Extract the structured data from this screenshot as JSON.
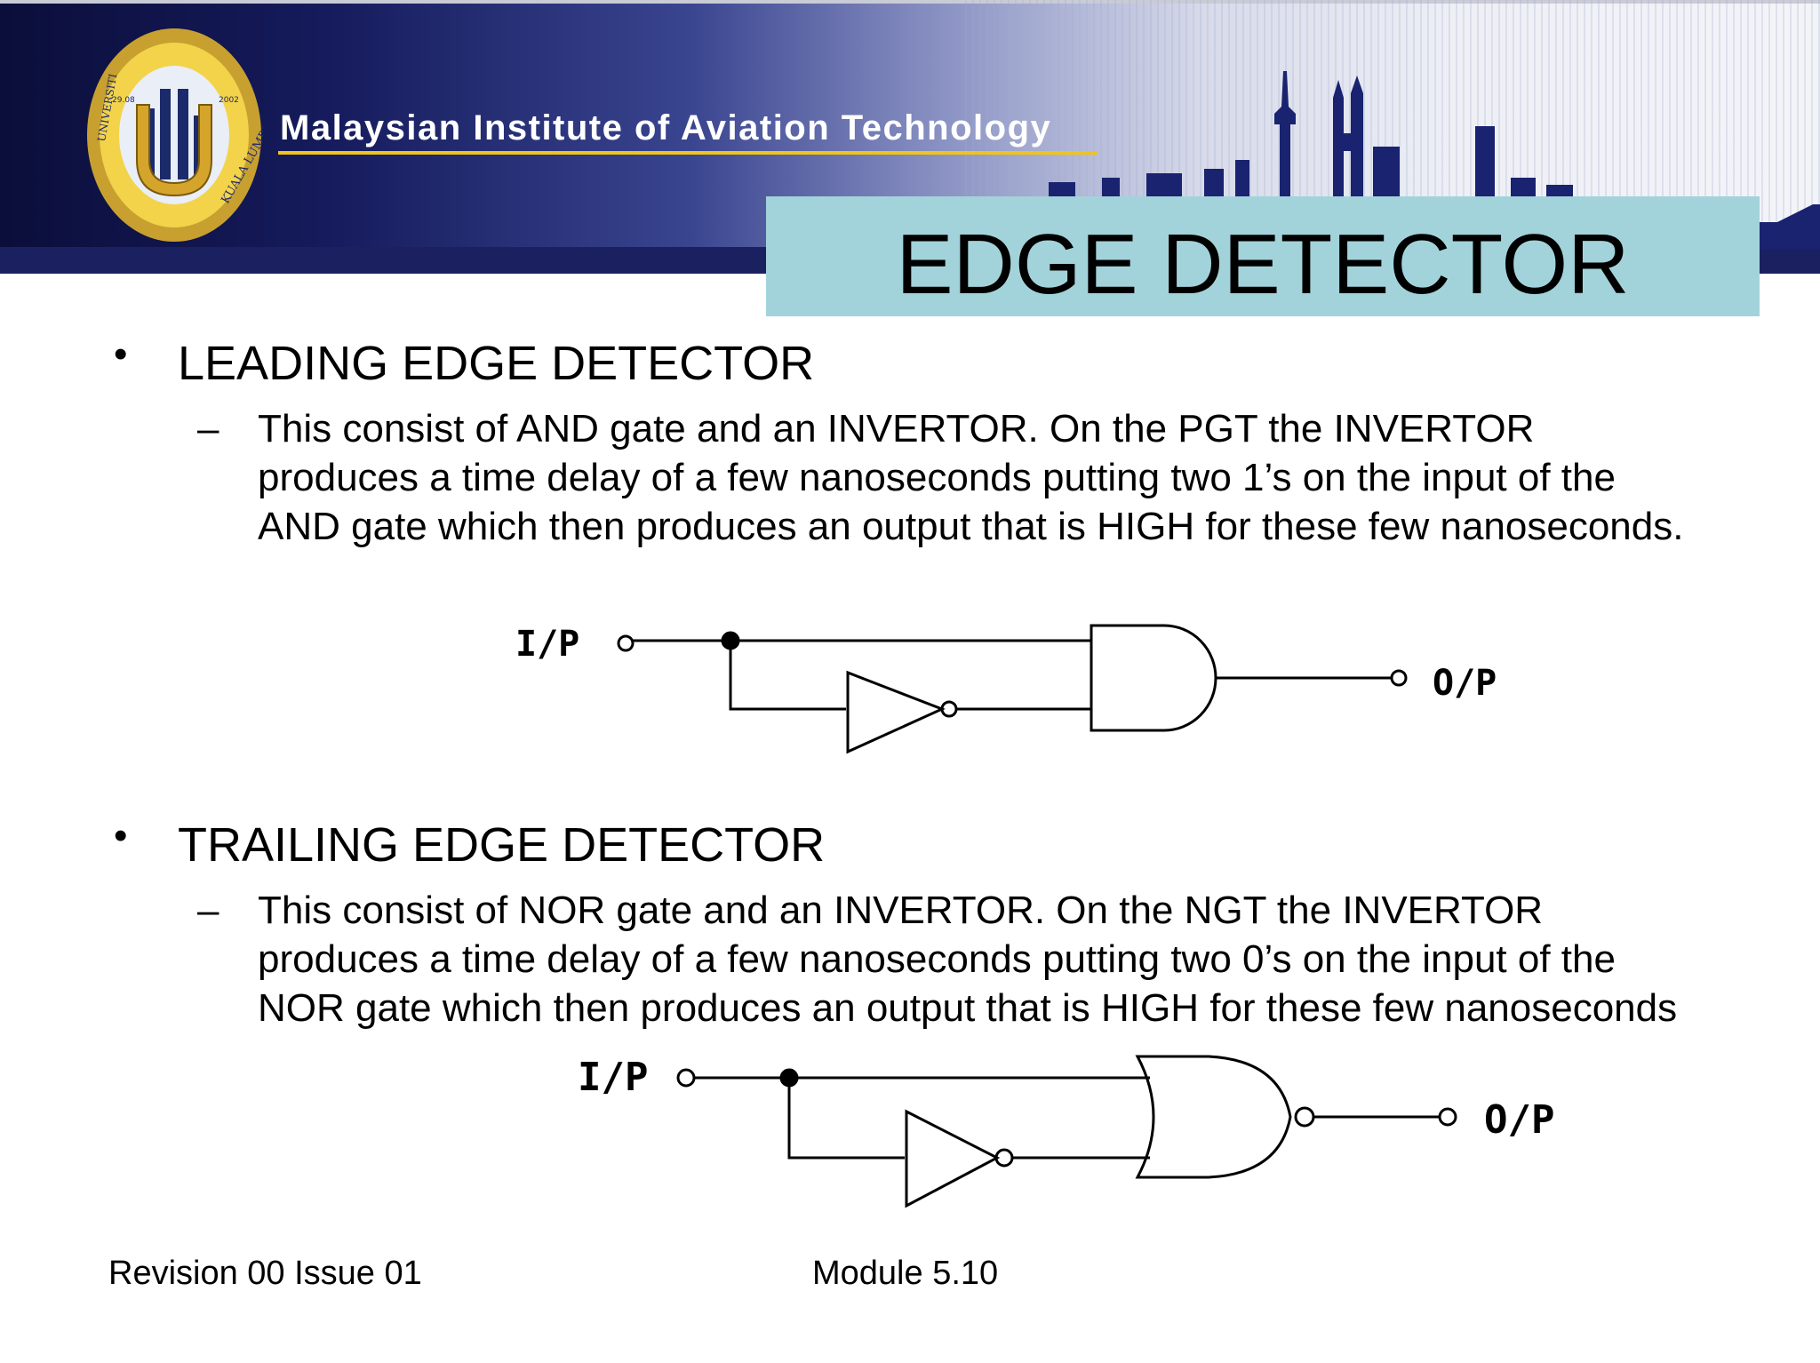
{
  "header": {
    "institution": "Malaysian Institute of Aviation Technology",
    "logo_text": "UNIVERSITI KUALA LUMPUR",
    "logo_dates": [
      "29.08",
      "2002"
    ]
  },
  "slide": {
    "title": "EDGE DETECTOR",
    "sections": [
      {
        "heading": "LEADING EDGE DETECTOR",
        "text": "This consist of AND gate and an INVERTOR. On the PGT the INVERTOR produces a time delay of a few nanoseconds putting two 1’s on the input of the AND gate which then produces an output that is HIGH for these few nanoseconds.",
        "circuit": {
          "input_label": "I/P",
          "output_label": "O/P",
          "gate": "AND"
        }
      },
      {
        "heading": "TRAILING EDGE DETECTOR",
        "text": "This consist of NOR gate and an INVERTOR. On the NGT the INVERTOR produces a time delay of a few nanoseconds putting two 0’s on the input of the NOR gate which then produces an output that is HIGH for these few nanoseconds",
        "circuit": {
          "input_label": "I/P",
          "output_label": "O/P",
          "gate": "NOR"
        }
      }
    ]
  },
  "footer": {
    "revision": "Revision 00 Issue 01",
    "module": "Module 5.10"
  },
  "colors": {
    "title_box": "#a3d3da",
    "banner_dark": "#0b0e3a",
    "underline": "#f0c419"
  }
}
